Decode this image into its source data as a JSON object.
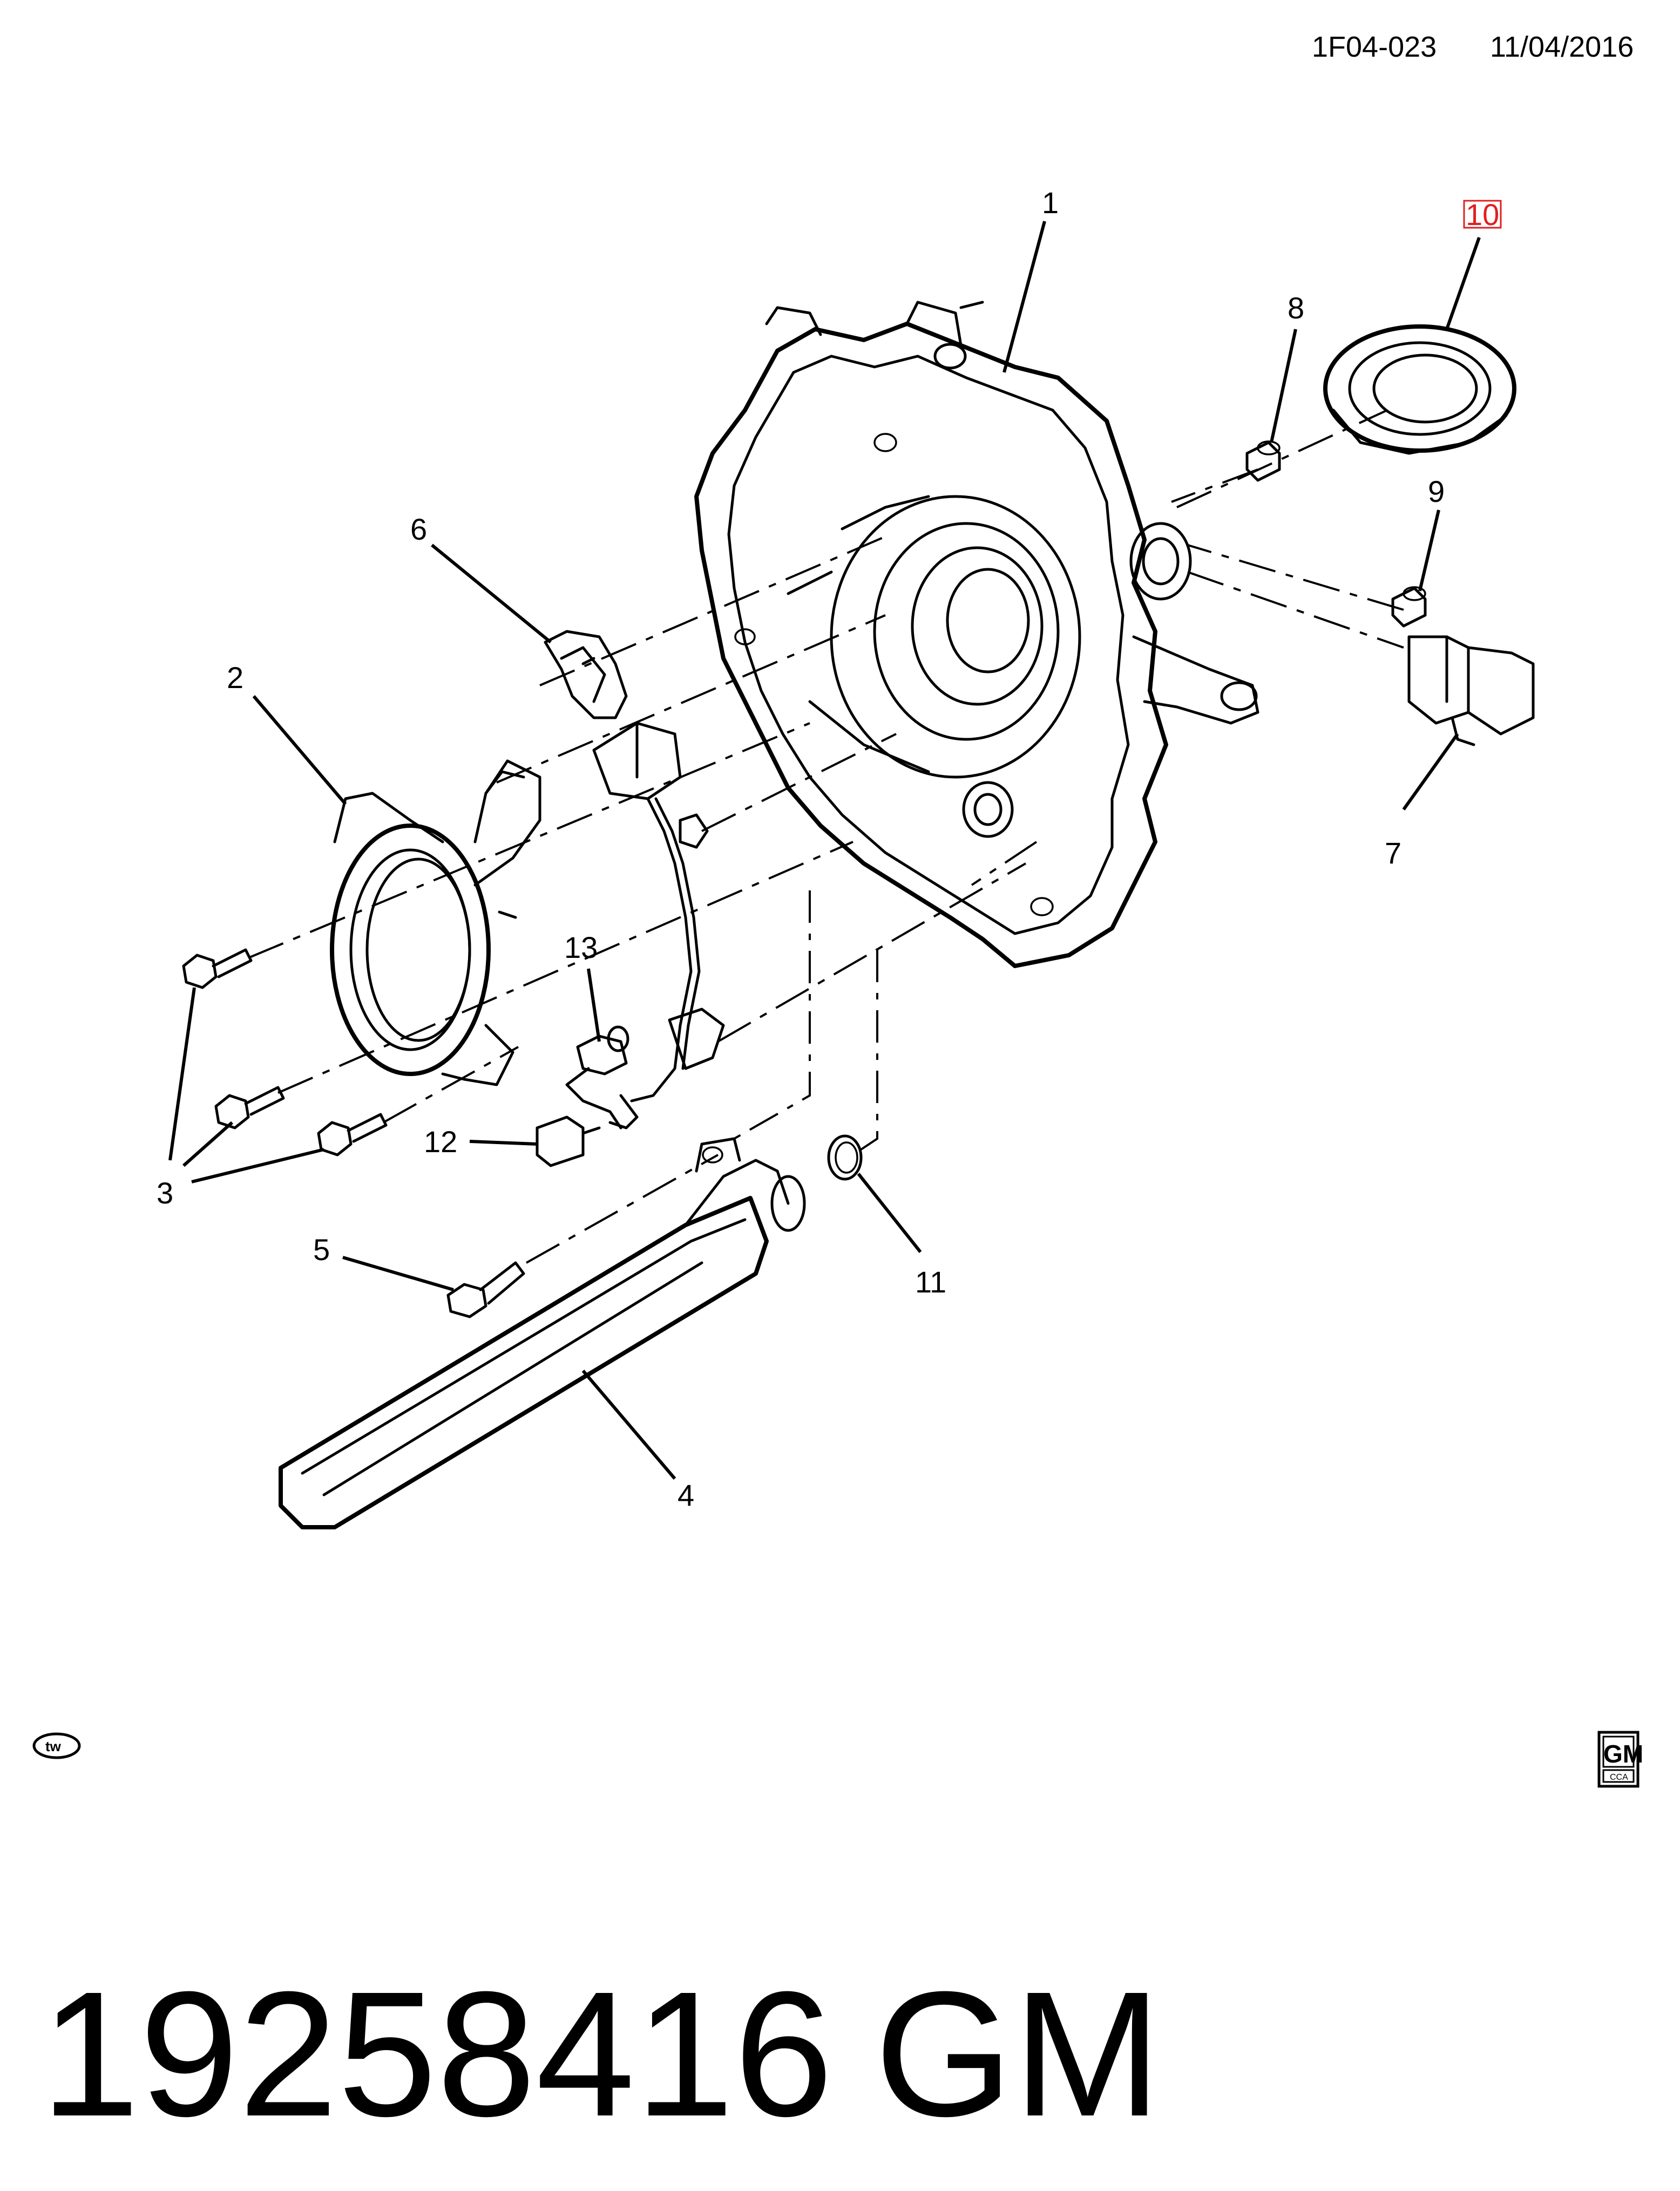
{
  "header": {
    "ref": "1F04-023",
    "date": "11/04/2016"
  },
  "callouts": {
    "c1": "1",
    "c2": "2",
    "c3": "3",
    "c4": "4",
    "c5": "5",
    "c6": "6",
    "c7": "7",
    "c8": "8",
    "c9": "9",
    "c10": "10",
    "c11": "11",
    "c12": "12",
    "c13": "13"
  },
  "footer": {
    "part_number": "19258416",
    "brand": "GM"
  },
  "logos": {
    "tw": "tw",
    "gm": "GM",
    "cca": "CCA"
  },
  "colors": {
    "line": "#000000",
    "highlight": "#e02020"
  }
}
